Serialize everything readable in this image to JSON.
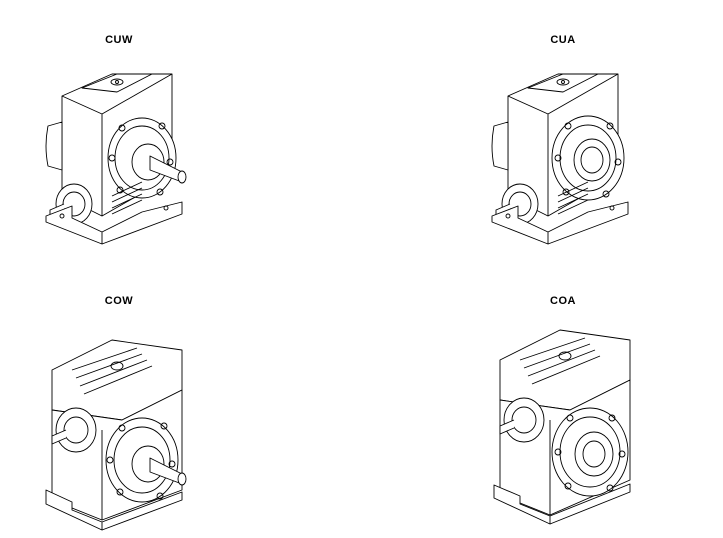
{
  "figure": {
    "views": [
      {
        "id": "cuw",
        "label": "CUW"
      },
      {
        "id": "cua",
        "label": "CUA"
      },
      {
        "id": "cow",
        "label": "COW"
      },
      {
        "id": "coa",
        "label": "COA"
      }
    ]
  }
}
